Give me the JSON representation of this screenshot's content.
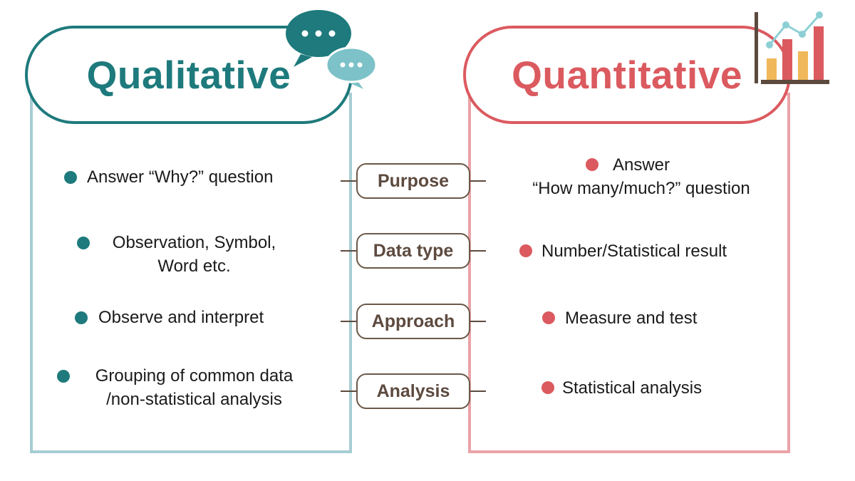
{
  "left": {
    "title": "Qualitative",
    "color": "#1e7a7c",
    "border_color": "#a6cdd3"
  },
  "right": {
    "title": "Quantitative",
    "color": "#db5a5f",
    "border_color": "#eaa3a7"
  },
  "categories": [
    {
      "label": "Purpose",
      "left": [
        "Answer “Why?” question"
      ],
      "right": [
        "Answer",
        "“How many/much?” question"
      ]
    },
    {
      "label": "Data type",
      "left": [
        "Observation, Symbol,",
        "Word etc."
      ],
      "right": [
        "Number/Statistical result"
      ]
    },
    {
      "label": "Approach",
      "left": [
        "Observe and interpret"
      ],
      "right": [
        "Measure and test"
      ]
    },
    {
      "label": "Analysis",
      "left": [
        "Grouping of common data",
        "/non-statistical analysis"
      ],
      "right": [
        "Statistical analysis"
      ]
    }
  ],
  "icons": {
    "left": "speech-bubbles-icon",
    "right": "bar-line-chart-icon"
  },
  "label_color": "#5d4a3f"
}
